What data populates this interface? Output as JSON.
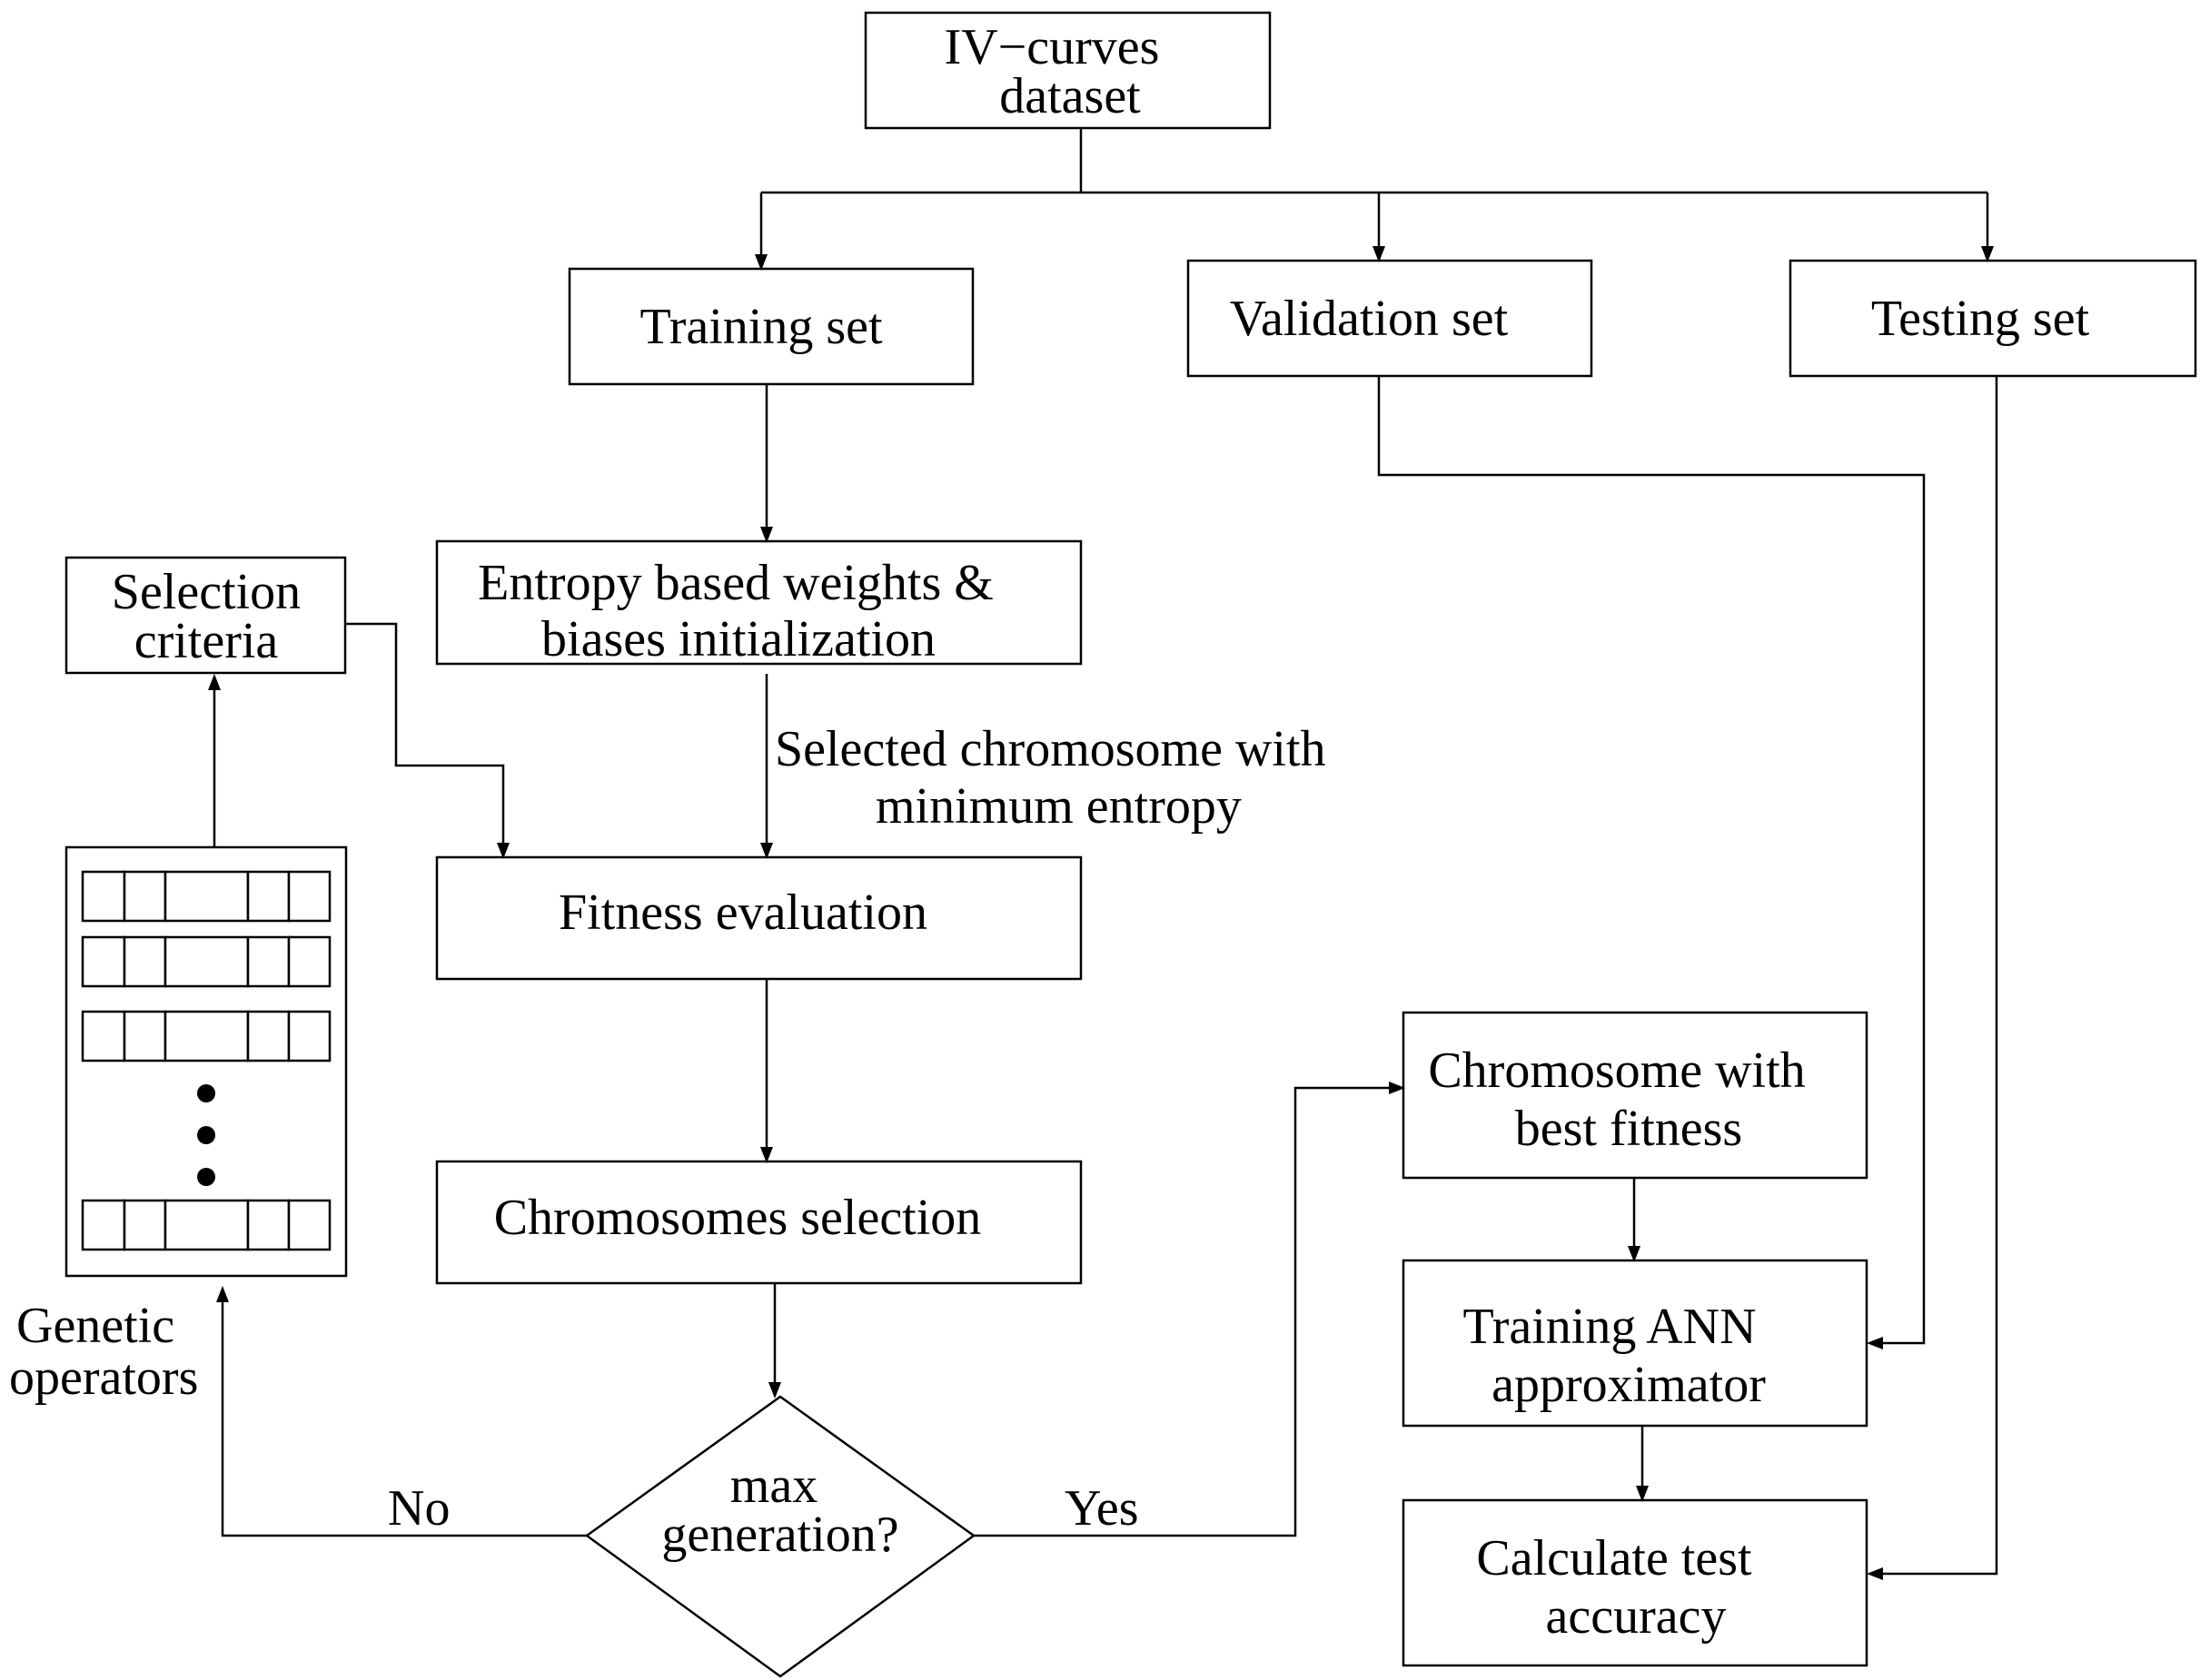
{
  "nodes": {
    "dataset": {
      "lines": [
        "IV−curves",
        "dataset"
      ]
    },
    "training_set": {
      "lines": [
        "Training set"
      ]
    },
    "validation_set": {
      "lines": [
        "Validation set"
      ]
    },
    "testing_set": {
      "lines": [
        "Testing set"
      ]
    },
    "entropy_init": {
      "lines": [
        "Entropy based  weights &",
        "biases initialization"
      ]
    },
    "selection_criteria": {
      "lines": [
        "Selection",
        "criteria"
      ]
    },
    "fitness_eval": {
      "lines": [
        "Fitness evaluation"
      ]
    },
    "chromosomes_selection": {
      "lines": [
        "Chromosomes selection"
      ]
    },
    "decision": {
      "lines": [
        "max",
        "generation?"
      ]
    },
    "best_fitness": {
      "lines": [
        "Chromosome with",
        "best fitness"
      ]
    },
    "training_ann": {
      "lines": [
        "Training ANN",
        "approximator"
      ]
    },
    "test_accuracy": {
      "lines": [
        "Calculate test",
        "accuracy"
      ]
    }
  },
  "edge_labels": {
    "selected_chromosome": [
      "Selected chromosome with",
      "minimum entropy"
    ],
    "genetic_operators": [
      "Genetic",
      "operators"
    ],
    "no": "No",
    "yes": "Yes"
  },
  "population": {
    "rows_before_dots": 3,
    "rows_after_dots": 1,
    "genes_per_row": 5
  }
}
